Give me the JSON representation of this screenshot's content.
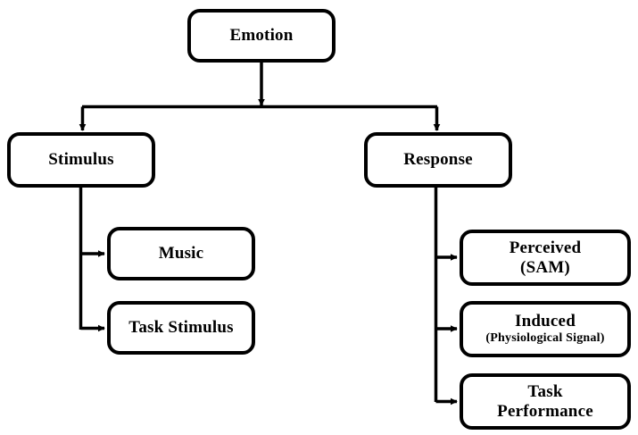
{
  "diagram": {
    "title_node": "Emotion",
    "theme": {
      "line_color": "#000000",
      "box_fill": "#ffffff",
      "text_color": "#000000",
      "background": "#ffffff"
    },
    "nodes": {
      "emotion": {
        "line1": "Emotion",
        "line2": ""
      },
      "stimulus": {
        "line1": "Stimulus",
        "line2": ""
      },
      "response": {
        "line1": "Response",
        "line2": ""
      },
      "music": {
        "line1": "Music",
        "line2": ""
      },
      "task_stimulus": {
        "line1": "Task Stimulus",
        "line2": ""
      },
      "perceived": {
        "line1": "Perceived",
        "line2": "(SAM)"
      },
      "induced": {
        "line1": "Induced",
        "line2": "(Physiological Signal)"
      },
      "task_performance": {
        "line1": "Task",
        "line2": "Performance"
      }
    },
    "edges": [
      {
        "from": "emotion",
        "to": "stimulus"
      },
      {
        "from": "emotion",
        "to": "response"
      },
      {
        "from": "stimulus",
        "to": "music"
      },
      {
        "from": "stimulus",
        "to": "task_stimulus"
      },
      {
        "from": "response",
        "to": "perceived"
      },
      {
        "from": "response",
        "to": "induced"
      },
      {
        "from": "response",
        "to": "task_performance"
      }
    ]
  }
}
